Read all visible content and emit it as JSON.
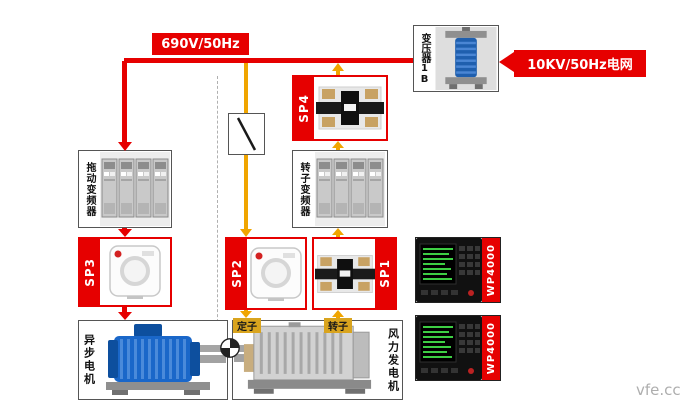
{
  "colors": {
    "accent_red": "#e60000",
    "line_yellow": "#f0a500",
    "tag_gold": "#d9a41e"
  },
  "bus": {
    "label": "690V/50Hz"
  },
  "grid": {
    "label": "10KV/50Hz电网"
  },
  "transformer": {
    "label": "变压器1B"
  },
  "converters": {
    "drive": "拖动变频器",
    "rotor": "转子变频器"
  },
  "sensors": {
    "sp1": "SP1",
    "sp2": "SP2",
    "sp3": "SP3",
    "sp4": "SP4"
  },
  "analyzers": {
    "top": "WP4000",
    "bottom": "WP4000"
  },
  "machines": {
    "motor": "异步电机",
    "generator": "风力发电机"
  },
  "tags": {
    "stator": "定子",
    "rotor": "转子"
  },
  "watermark": "vfe.cc"
}
